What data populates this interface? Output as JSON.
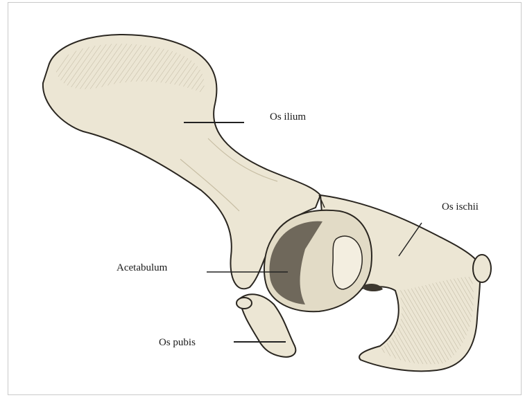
{
  "figure": {
    "labels": {
      "ilium": "Os ilium",
      "ischii": "Os ischii",
      "acetabulum": "Acetabulum",
      "pubis": "Os pubis"
    },
    "colors": {
      "bone_fill": "#ece6d4",
      "bone_shade": "#b8ad90",
      "outline": "#2a2620",
      "leader": "#222222",
      "cavity": "#5a5448",
      "frame": "#c9c9c9"
    }
  }
}
